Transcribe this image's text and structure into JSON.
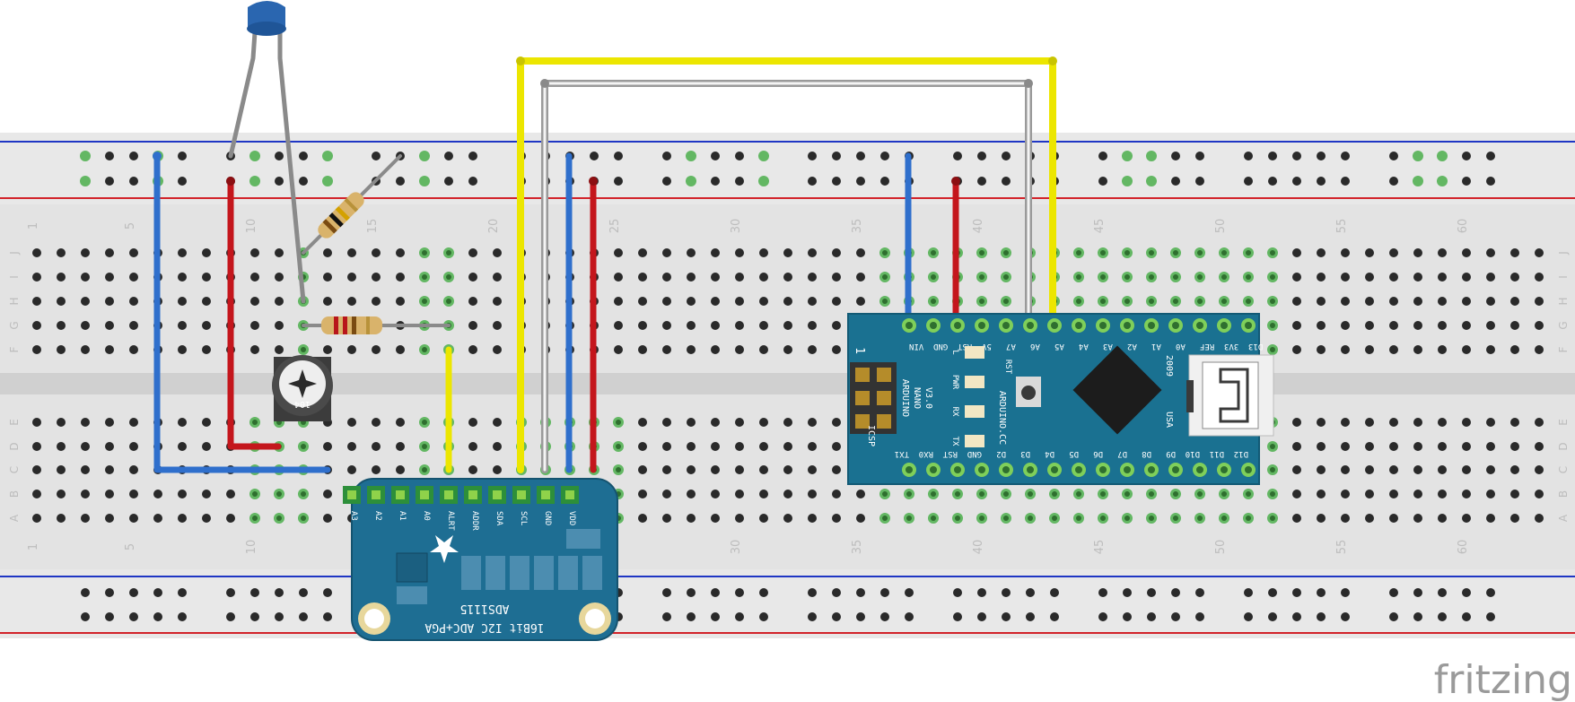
{
  "breadboard": {
    "column_numbers": [
      "1",
      "5",
      "10",
      "15",
      "20",
      "25",
      "30",
      "35",
      "40",
      "45",
      "50",
      "55",
      "60"
    ],
    "row_letters_top": [
      "J",
      "I",
      "H",
      "G",
      "F"
    ],
    "row_letters_bottom": [
      "E",
      "D",
      "C",
      "B",
      "A"
    ]
  },
  "arduino": {
    "name_lines": [
      "ARDUINO",
      "NANO",
      "V3.0"
    ],
    "top_pins": [
      "D12",
      "D11",
      "D10",
      "D9",
      "D8",
      "D7",
      "D6",
      "D5",
      "D4",
      "D3",
      "D2",
      "GND",
      "RST",
      "RX0",
      "TX1"
    ],
    "bottom_pins": [
      "VIN",
      "GND",
      "RST",
      "5V",
      "A7",
      "A6",
      "A5",
      "A4",
      "A3",
      "A2",
      "A1",
      "A0",
      "REF",
      "3V3",
      "D13"
    ],
    "leds": [
      "L",
      "PWR",
      "RX",
      "TX"
    ],
    "rst_label": "RST",
    "website": "ARDUINO.CC",
    "year": "2009",
    "country": "USA",
    "icsp": "ICSP",
    "pin1": "1"
  },
  "ads": {
    "pins": [
      "A3",
      "A2",
      "A1",
      "A0",
      "ALRT",
      "ADDR",
      "SDA",
      "SCL",
      "GND",
      "VDD"
    ],
    "title": "ADS1115",
    "subtitle": "16Bit I2C ADC+PGA"
  },
  "potentiometer": {
    "marking": "104"
  },
  "logo": "fritzing",
  "colors": {
    "board": "#e6e6e6",
    "board_mid": "#d2d2d2",
    "hole": "#2a2a2a",
    "hole_active": "#63b763",
    "rail_red": "#d2232a",
    "rail_blue": "#1f36c4",
    "wire_blue": "#2f6fcc",
    "wire_red": "#c4161c",
    "wire_yellow": "#ece600",
    "wire_gray": "#a0a0a0",
    "wire_white": "#d8d8d8",
    "pcb": "#1a7191",
    "pcb_ads": "#1e6e93"
  }
}
